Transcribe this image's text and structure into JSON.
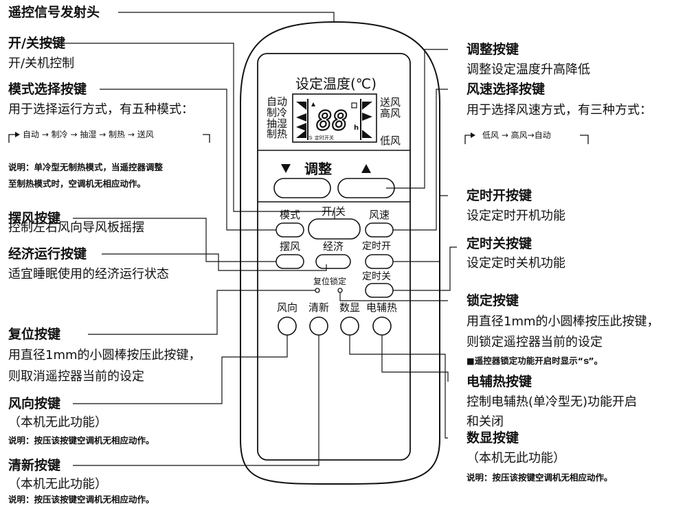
{
  "emitter": {
    "title": "遥控信号发射头"
  },
  "annotations": {
    "power": {
      "title": "开/关按键",
      "desc": "开/关机控制"
    },
    "mode": {
      "title": "模式选择按键",
      "desc": "用于选择运行方式，有五种模式：",
      "sequence": "自动 → 制冷 → 抽湿 → 制热 → 送风",
      "note_line1": "说明：单冷型无制热模式，当遥控器调整",
      "note_line2": "至制热模式时，空调机无相应动作。"
    },
    "swing": {
      "title": "摆风按键",
      "desc": "控制左右风向导风板摇摆"
    },
    "economy": {
      "title": "经济运行按键",
      "desc": "适宜睡眠使用的经济运行状态"
    },
    "reset": {
      "title": "复位按键",
      "desc1": "用直径1mm的小圆棒按压此按键，",
      "desc2": "则取消遥控器当前的设定"
    },
    "direction": {
      "title": "风向按键",
      "desc": "（本机无此功能）",
      "note": "说明：按压该按键空调机无相应动作。"
    },
    "fresh": {
      "title": "清新按键",
      "desc": "（本机无此功能）",
      "note": "说明：按压该按键空调机无相应动作。"
    },
    "adjust": {
      "title": "调整按键",
      "desc": "调整设定温度升高降低"
    },
    "fan": {
      "title": "风速选择按键",
      "desc": "用于选择风速方式，有三种方式：",
      "sequence": "低风 → 高风→自动"
    },
    "timer_on": {
      "title": "定时开按键",
      "desc": "设定定时开机功能"
    },
    "timer_off": {
      "title": "定时关按键",
      "desc": "设定定时关机功能"
    },
    "lock": {
      "title": "锁定按键",
      "desc1": "用直径1mm的小圆棒按压此按键，",
      "desc2": "则锁定遥控器当前的设定",
      "note": "■遥控器锁定功能开启时显示“ട”。"
    },
    "heater": {
      "title": "电辅热按键",
      "desc1": "控制电辅热(单冷型无)功能开启",
      "desc2": "和关闭"
    },
    "display": {
      "title": "数显按键",
      "desc": "（本机无此功能）",
      "note": "说明：按压该按键空调机无相应动作。"
    }
  },
  "remote": {
    "set_temp": "设定温度(℃)",
    "lcd_left": [
      "自动",
      "制冷",
      "抽湿",
      "制热"
    ],
    "lcd_right_top": [
      "送风",
      "高风"
    ],
    "lcd_right_bottom": "低风",
    "lcd_digits": "88",
    "lcd_h": "h",
    "lcd_timer": "定时开关",
    "adjust_label": "调整",
    "buttons": {
      "mode": "模式",
      "power": "开/关",
      "fan": "风速",
      "swing": "摆风",
      "economy": "经济",
      "timer_on": "定时开",
      "reset_lock": "复位锁定",
      "timer_off": "定时关",
      "direction": "风向",
      "fresh": "清新",
      "display": "数显",
      "heater": "电辅热"
    }
  }
}
